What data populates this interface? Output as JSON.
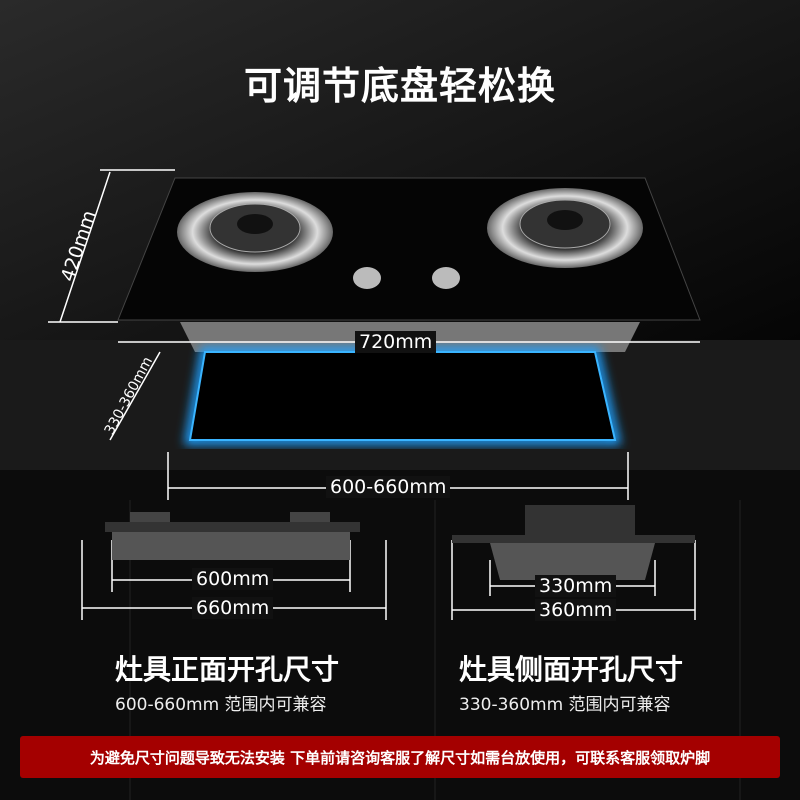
{
  "title": "可调节底盘轻松换",
  "top_view": {
    "depth_label": "420mm",
    "width_label": "720mm"
  },
  "cutout": {
    "depth_label": "330-360mm",
    "width_label": "600-660mm",
    "glow_color": "#1ea0ff"
  },
  "front_view": {
    "inner_label": "600mm",
    "outer_label": "660mm",
    "heading": "灶具正面开孔尺寸",
    "range_text": "600-660mm 范围内可兼容"
  },
  "side_view": {
    "inner_label": "330mm",
    "outer_label": "360mm",
    "heading": "灶具侧面开孔尺寸",
    "range_text": "330-360mm 范围内可兼容"
  },
  "notice": {
    "text": "为避免尺寸问题导致无法安装 下单前请咨询客服了解尺寸如需台放使用，可联系客服领取炉脚",
    "color": "#a40000"
  }
}
